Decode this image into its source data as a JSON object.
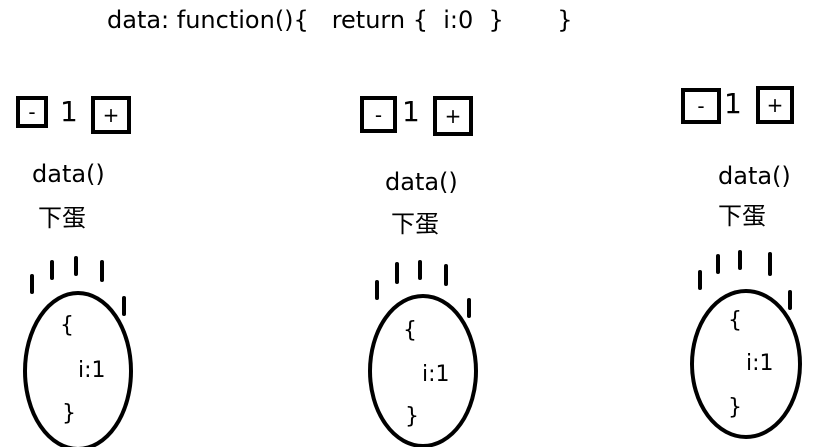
{
  "header": {
    "text": "data: function(){   return {  i:0  }       }"
  },
  "instances": [
    {
      "minus_label": "-",
      "count": "1",
      "plus_label": "+",
      "fn_label": "data()",
      "action_label": "下蛋",
      "egg_open": "{",
      "egg_value": "i:1",
      "egg_close": "}"
    },
    {
      "minus_label": "-",
      "count": "1",
      "plus_label": "+",
      "fn_label": "data()",
      "action_label": "下蛋",
      "egg_open": "{",
      "egg_value": "i:1",
      "egg_close": "}"
    },
    {
      "minus_label": "-",
      "count": "1",
      "plus_label": "+",
      "fn_label": "data()",
      "action_label": "下蛋",
      "egg_open": "{",
      "egg_value": "i:1",
      "egg_close": "}"
    }
  ]
}
